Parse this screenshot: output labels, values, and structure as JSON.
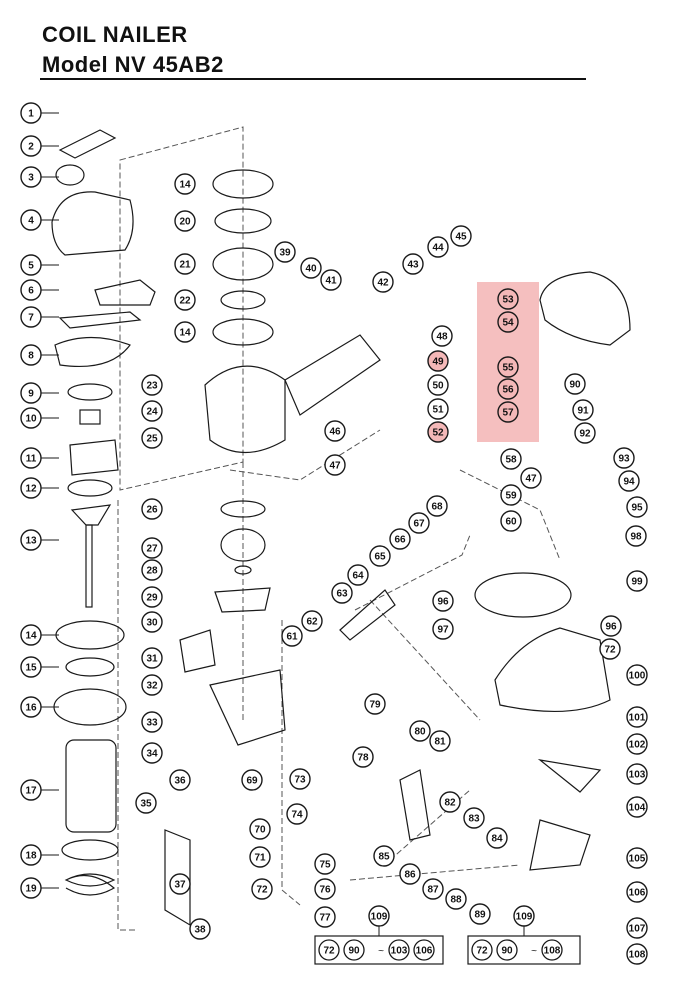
{
  "header": {
    "title_line1": "COIL NAILER",
    "title_line2": "Model NV 45AB2"
  },
  "highlight_color": "#f4b8b8",
  "parts": [
    "1",
    "2",
    "3",
    "4",
    "5",
    "6",
    "7",
    "8",
    "9",
    "10",
    "11",
    "12",
    "13",
    "14",
    "15",
    "16",
    "17",
    "18",
    "19",
    "20",
    "21",
    "22",
    "23",
    "24",
    "25",
    "26",
    "27",
    "28",
    "29",
    "30",
    "31",
    "32",
    "33",
    "34",
    "35",
    "36",
    "37",
    "38",
    "39",
    "40",
    "41",
    "42",
    "43",
    "44",
    "45",
    "46",
    "47",
    "48",
    "49",
    "50",
    "51",
    "52",
    "53",
    "54",
    "55",
    "56",
    "57",
    "58",
    "59",
    "60",
    "61",
    "62",
    "63",
    "64",
    "65",
    "66",
    "67",
    "68",
    "69",
    "70",
    "71",
    "72",
    "73",
    "74",
    "75",
    "76",
    "77",
    "78",
    "79",
    "80",
    "81",
    "82",
    "83",
    "84",
    "85",
    "86",
    "87",
    "88",
    "89",
    "90",
    "91",
    "92",
    "93",
    "94",
    "95",
    "96",
    "97",
    "98",
    "99",
    "100",
    "101",
    "102",
    "103",
    "104",
    "105",
    "106",
    "107",
    "108",
    "109"
  ],
  "highlighted_parts": [
    "53",
    "54",
    "52",
    "55",
    "56",
    "57",
    "49"
  ],
  "kits": [
    {
      "number": "109",
      "contents": [
        "72",
        "90",
        "~",
        "103",
        "106"
      ]
    },
    {
      "number": "109",
      "contents": [
        "72",
        "90",
        "~",
        "108"
      ]
    }
  ]
}
